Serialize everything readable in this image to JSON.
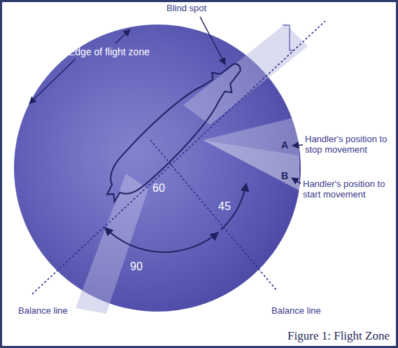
{
  "diagram": {
    "caption": "Figure 1: Flight Zone",
    "labels": [
      "Blind spot",
      "Edge of flight zone",
      "Handler's position to stop movement",
      "A",
      "Handler's position to start movement",
      "B",
      "60",
      "45",
      "90",
      "Balance line",
      "Balance line"
    ]
  }
}
